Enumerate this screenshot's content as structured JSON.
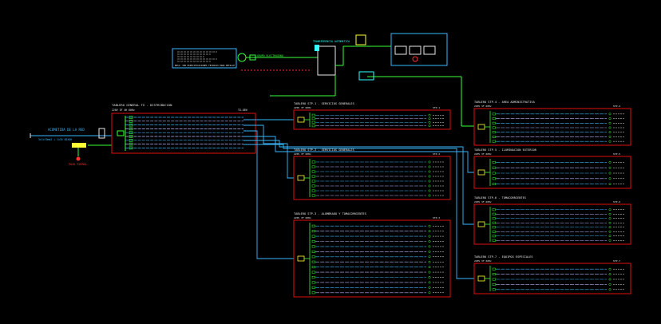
{
  "title": "Electrical single-line diagram (CAD drawing)",
  "colors": {
    "background": "#000000",
    "panel_border": "#e01010",
    "feeder": "#39b8ff",
    "feeder_alt": "#b8b8ff",
    "breaker": "#39ff39",
    "label_white": "#e8e8e8",
    "accent_yellow": "#ffff33",
    "accent_magenta": "#ff33ff",
    "accent_cyan": "#33ffff"
  },
  "main_panel": {
    "title": "TABLERO GENERAL TG - DISTRIBUCION",
    "subtitle": "220V 3F 4H 60Hz",
    "tag": "TG-GEN"
  },
  "incoming": {
    "label": "ACOMETIDA DE LA RED",
    "sublabel": "3x1x70mm2 + 1x35 N2XOH"
  },
  "ground": {
    "label": "POZO TIERRA"
  },
  "subpanels": [
    {
      "id": "stp1",
      "title": "TABLERO STP-1 - SERVICIOS GENERALES",
      "subtitle": "220V 3F 60Hz",
      "tag": "STP-1"
    },
    {
      "id": "stp2",
      "title": "TABLERO STP-2 - SERVICIOS GENERALES",
      "subtitle": "220V 3F 60Hz",
      "tag": "STP-2"
    },
    {
      "id": "stp3",
      "title": "TABLERO STP-3 - ALUMBRADO Y TOMACORRIENTES",
      "subtitle": "220V 3F 60Hz",
      "tag": "STP-3"
    },
    {
      "id": "stp4",
      "title": "TABLERO STP-4 - AREA ADMINISTRATIVA",
      "subtitle": "220V 3F 60Hz",
      "tag": "STP-4"
    },
    {
      "id": "stp5",
      "title": "TABLERO STP-5 - ILUMINACION EXTERIOR",
      "subtitle": "220V 3F 60Hz",
      "tag": "STP-5"
    },
    {
      "id": "stp6",
      "title": "TABLERO STP-6 - TOMACORRIENTES",
      "subtitle": "220V 3F 60Hz",
      "tag": "STP-6"
    },
    {
      "id": "stp7",
      "title": "TABLERO STP-7 - EQUIPOS ESPECIALES",
      "subtitle": "220V 3F 60Hz",
      "tag": "STP-7"
    }
  ],
  "transfer": {
    "label": "TRANSFERENCIA AUTOMATICA",
    "gen_label": "GRUPO ELECTROGENO"
  },
  "note": {
    "text": "NOTA: VER ESPECIFICACIONES TECNICAS PARA DETALLE"
  }
}
